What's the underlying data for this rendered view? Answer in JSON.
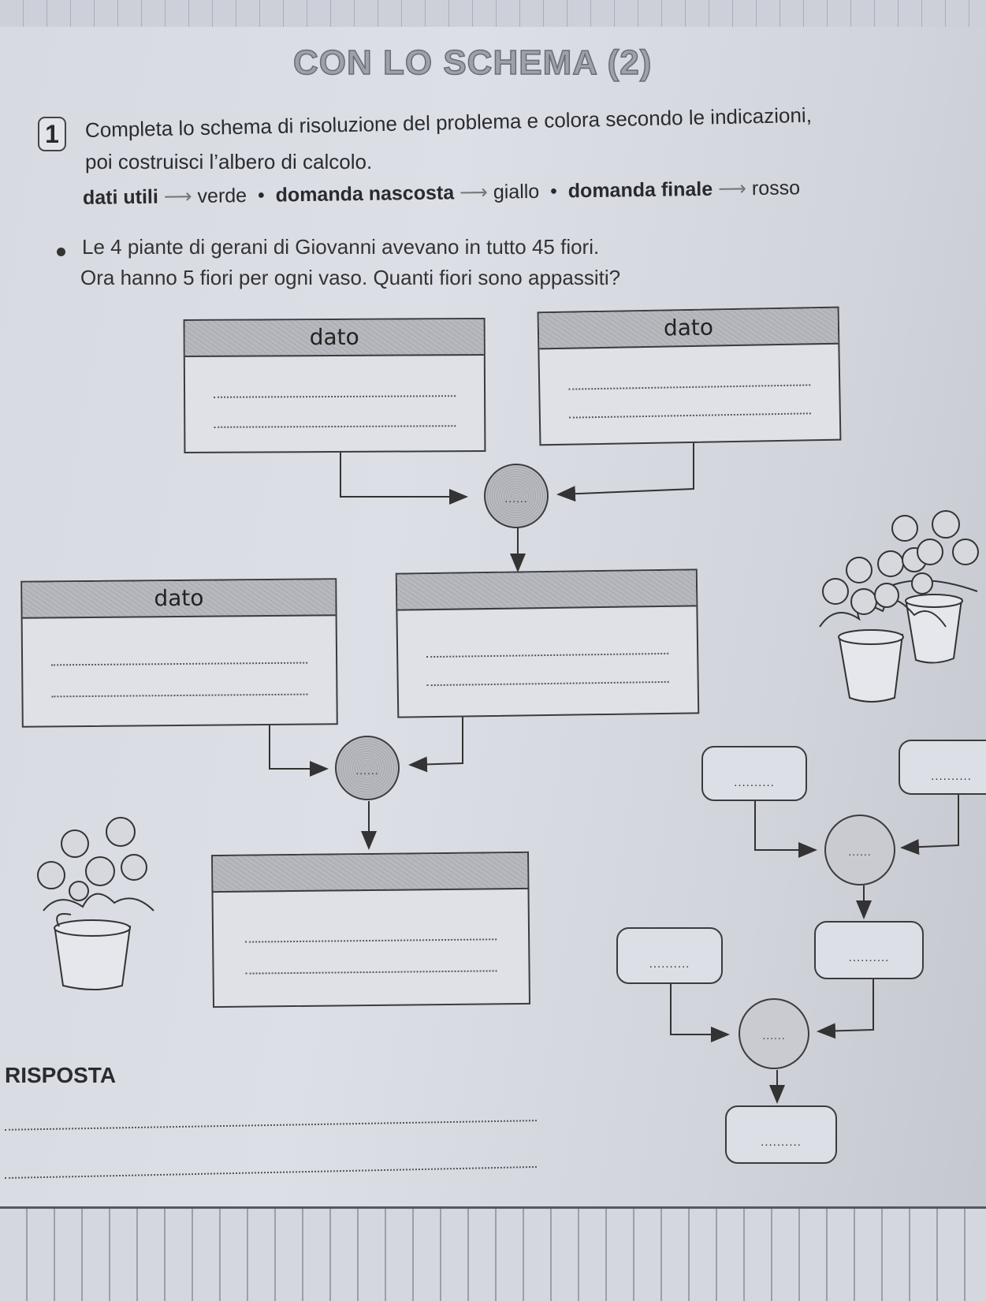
{
  "title": "CON LO SCHEMA (2)",
  "exercise": {
    "number": "1",
    "instruction_line1": "Completa lo schema di risoluzione del problema e colora secondo le indicazioni,",
    "instruction_line2": "poi costruisci l’albero di calcolo."
  },
  "legend": {
    "item1_key": "dati utili",
    "item1_value": "verde",
    "item2_key": "domanda nascosta",
    "item2_value": "giallo",
    "item3_key": "domanda finale",
    "item3_value": "rosso",
    "arrow": "⟶",
    "separator": "•"
  },
  "problem": {
    "line1": "Le 4 piante di gerani di Giovanni avevano in tutto 45 fiori.",
    "line2": "Ora hanno 5 fiori per ogni vaso. Quanti fiori sono appassiti?"
  },
  "schema": {
    "box1_label": "dato",
    "box2_label": "dato",
    "box3_label": "dato",
    "box4_label": "",
    "box5_label": "",
    "circle_placeholder": "......"
  },
  "tree": {
    "placeholder": "..........",
    "circle_placeholder": "......"
  },
  "answer": {
    "label": "RISPOSTA"
  }
}
